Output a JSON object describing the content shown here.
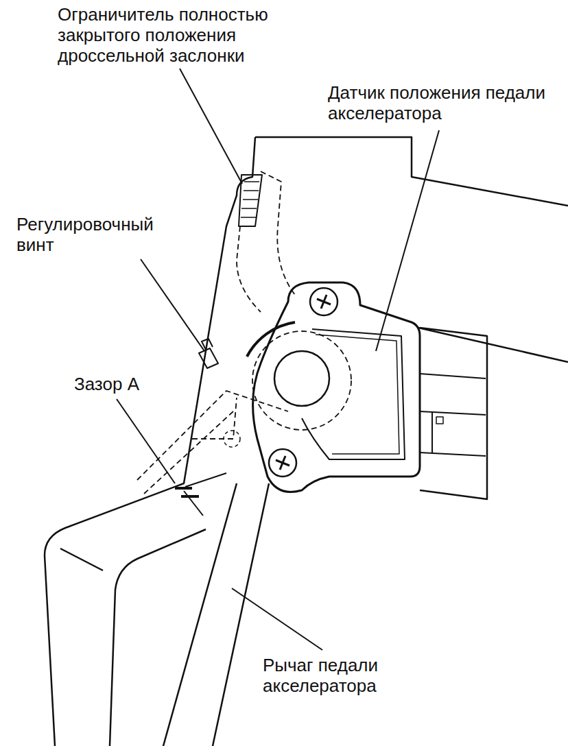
{
  "diagram": {
    "labels": [
      "Ограничитель полностью закрытого положения дроссельной заслонки",
      "Датчик положения педали акселератора",
      "Регулировочный винт",
      "Зазор А",
      "Рычаг педали акселератора"
    ]
  }
}
